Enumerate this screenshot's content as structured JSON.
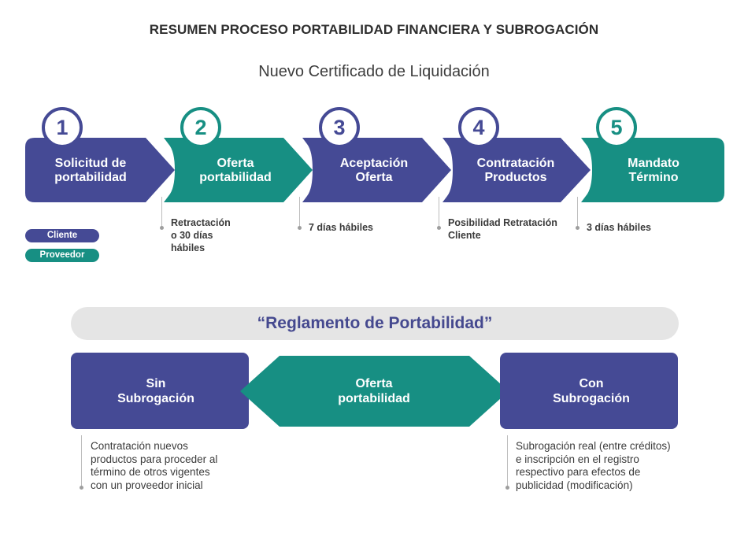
{
  "header": {
    "title": "RESUMEN PROCESO PORTABILIDAD FINANCIERA Y SUBROGACIÓN",
    "subtitle": "Nuevo Certificado de Liquidación"
  },
  "colors": {
    "cliente": "#454a95",
    "proveedor": "#178f83"
  },
  "steps": [
    {
      "number": "1",
      "label": "Solicitud de\nportabilidad",
      "role": "cliente"
    },
    {
      "number": "2",
      "label": "Oferta\nportabilidad",
      "role": "proveedor"
    },
    {
      "number": "3",
      "label": "Aceptación\nOferta",
      "role": "cliente"
    },
    {
      "number": "4",
      "label": "Contratación\nProductos",
      "role": "cliente"
    },
    {
      "number": "5",
      "label": "Mandato\nTérmino",
      "role": "proveedor"
    }
  ],
  "notes": [
    "Retractación\no 30 días\nhábiles",
    "7 días hábiles",
    "Posibilidad Retratación\nCliente",
    "3 días hábiles"
  ],
  "legend": {
    "cliente": "Cliente",
    "proveedor": "Proveedor"
  },
  "reglamento": {
    "title": "“Reglamento de Portabilidad”",
    "left": "Sin\nSubrogación",
    "center": "Oferta\nportabilidad",
    "right": "Con\nSubrogación",
    "left_desc": "Contratación nuevos\nproductos para proceder al\ntérmino de otros vigentes\ncon un proveedor inicial",
    "right_desc": "Subrogación real (entre créditos)\ne inscripción en el registro\nrespectivo para efectos de\npublicidad (modificación)"
  }
}
